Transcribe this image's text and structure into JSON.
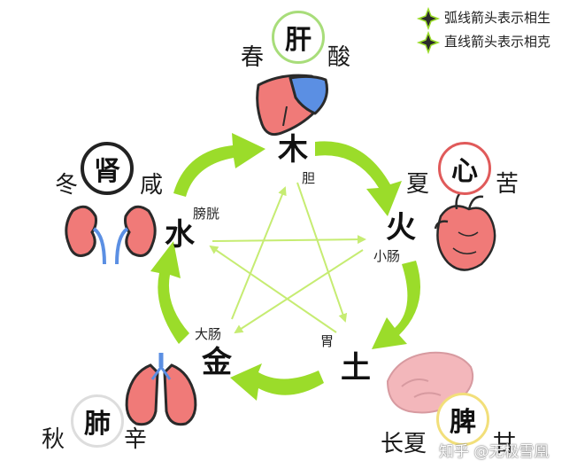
{
  "legend": {
    "items": [
      {
        "icon": "sparkle-icon",
        "label": "弧线箭头表示相生"
      },
      {
        "icon": "sparkle-icon",
        "label": "直线箭头表示相克"
      }
    ]
  },
  "elements": {
    "wood": {
      "element": "木",
      "organ": "肝",
      "season": "春",
      "taste": "酸",
      "viscera": "胆"
    },
    "fire": {
      "element": "火",
      "organ": "心",
      "season": "夏",
      "taste": "苦",
      "viscera": "小肠"
    },
    "earth": {
      "element": "土",
      "organ": "脾",
      "season": "长夏",
      "taste": "甘",
      "viscera": "胃"
    },
    "metal": {
      "element": "金",
      "organ": "肺",
      "season": "秋",
      "taste": "辛",
      "viscera": "大肠"
    },
    "water": {
      "element": "水",
      "organ": "肾",
      "season": "冬",
      "taste": "咸",
      "viscera": "膀胱"
    }
  },
  "colors": {
    "arrow": "#9bdc2a",
    "star": "#c6ec72",
    "ring_wood": "#a8dd7a",
    "ring_fire": "#e05a5a",
    "ring_earth": "#f2df7a",
    "ring_metal": "#dddddd",
    "ring_water": "#222222",
    "organ_red": "#f07a78",
    "organ_blue": "#5b8fe3"
  },
  "watermark": "知乎 @无极雪凰"
}
